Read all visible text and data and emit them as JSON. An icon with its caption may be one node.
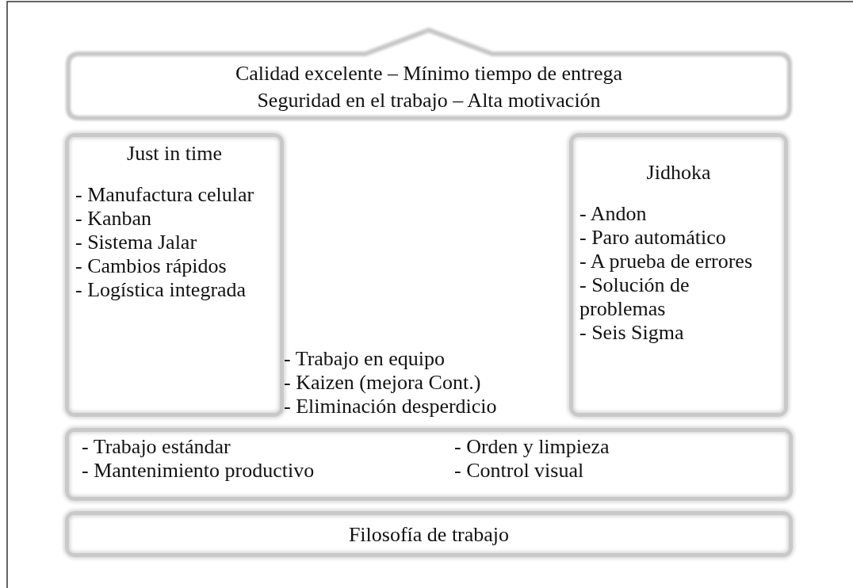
{
  "diagram": {
    "nodes": [
      {
        "text": [
          "Calidad excelente – Mínimo tiempo de entrega",
          "Seguridad en el trabajo – Alta motivación"
        ]
      },
      {
        "text": [
          "Just in time",
          "- Manufactura celular",
          "- Kanban",
          "- Sistema Jalar",
          "- Cambios rápidos",
          "- Logística integrada"
        ]
      },
      {
        "text": [
          "Jidhoka",
          "- Andon",
          "- Paro automático",
          "- A prueba de errores",
          "- Solución de problemas",
          "- Seis Sigma"
        ]
      },
      {
        "text": [
          "- Trabajo estándar",
          "- Mantenimiento productivo",
          "- Orden y limpieza",
          "- Control visual"
        ]
      },
      {
        "text": [
          "Filosofía de trabajo"
        ]
      }
    ],
    "labels": [
      "- Trabajo en equipo",
      "- Kaizen (mejora Cont.)",
      "- Eliminación desperdicio"
    ]
  }
}
